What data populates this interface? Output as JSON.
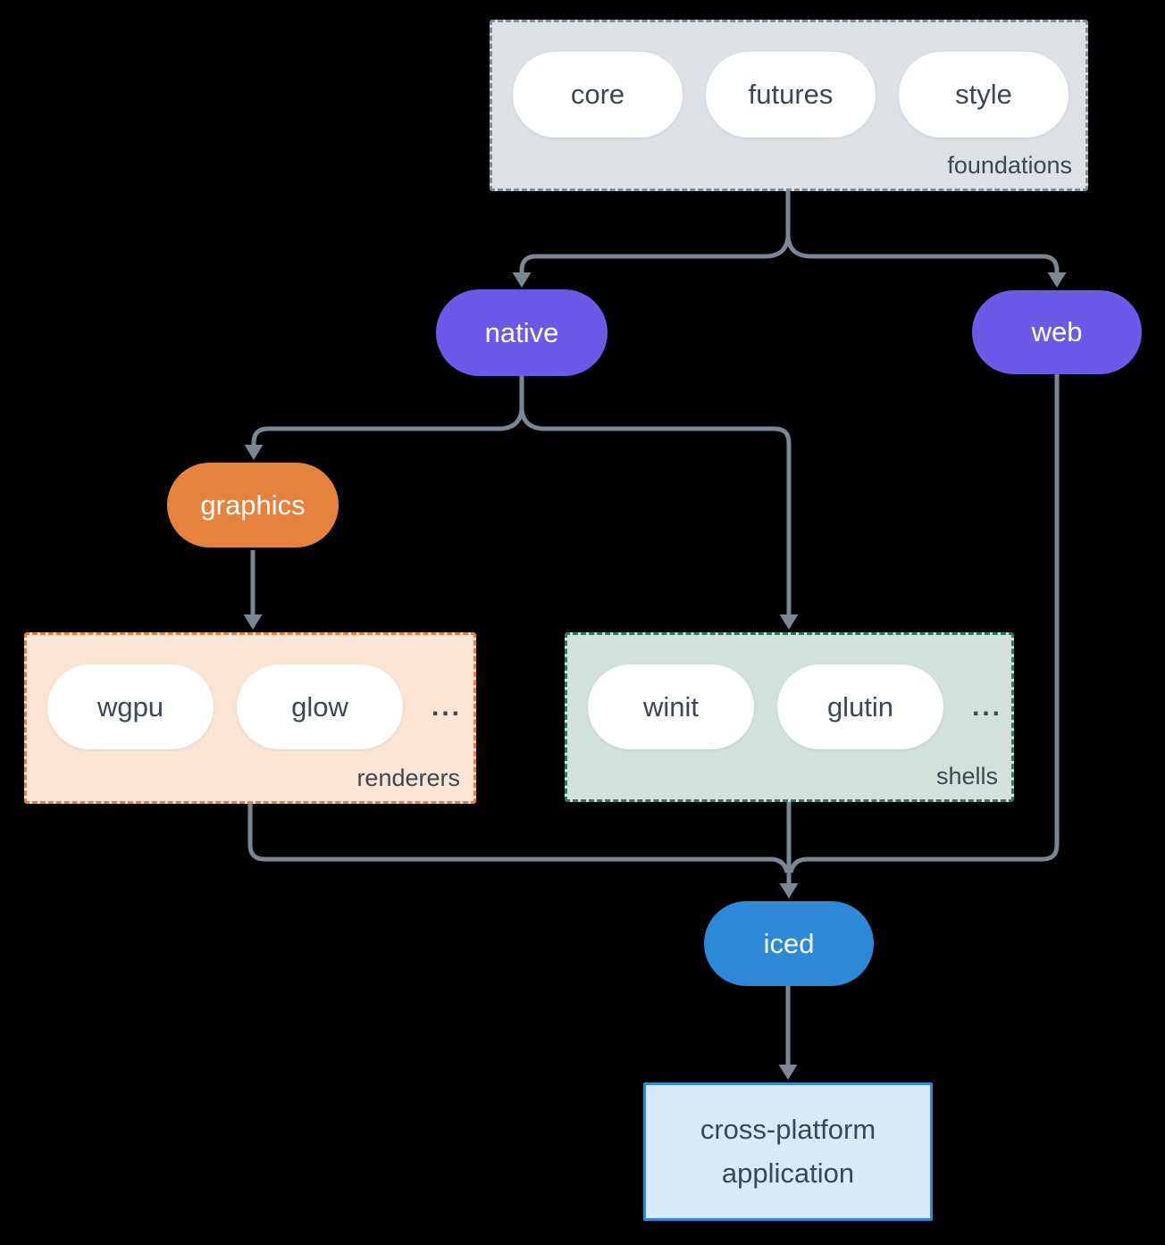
{
  "colors": {
    "background": "#000000",
    "connector_line": "#7b8794",
    "dark_text": "#3a4856",
    "purple_node": "#6b5ae8",
    "orange_node": "#e5823e",
    "blue_node": "#2d89d8",
    "foundations_fill": "#dce1e6",
    "foundations_border": "#7f8e9b",
    "renderers_fill": "#fae5d4",
    "renderers_border": "#e5823e",
    "shells_fill": "#d2e1d9",
    "shells_border": "#2e7767",
    "application_fill": "#d8e9f8",
    "application_border": "#2d89d8"
  },
  "groups": {
    "foundations": {
      "label": "foundations",
      "pills": [
        "core",
        "futures",
        "style"
      ]
    },
    "renderers": {
      "label": "renderers",
      "pills": [
        "wgpu",
        "glow"
      ],
      "more": "..."
    },
    "shells": {
      "label": "shells",
      "pills": [
        "winit",
        "glutin"
      ],
      "more": "..."
    }
  },
  "nodes": {
    "native": "native",
    "web": "web",
    "graphics": "graphics",
    "iced": "iced",
    "application": {
      "line1": "cross-platform",
      "line2": "application"
    }
  }
}
